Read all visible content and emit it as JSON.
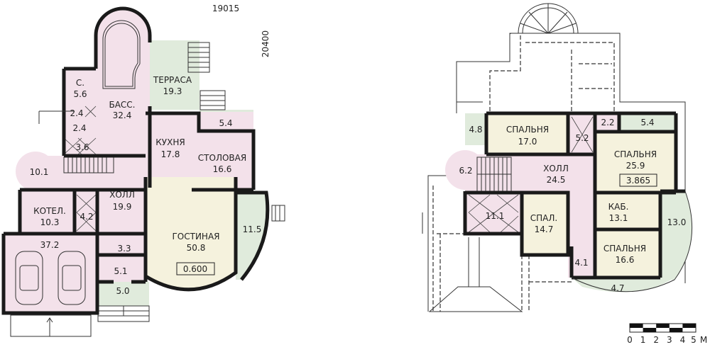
{
  "dimensions": {
    "width_mm": "19015",
    "depth_mm": "20400"
  },
  "colors": {
    "living": "#f3e1ea",
    "terrace": "#e0ebdc",
    "bedroom": "#f5f2dd",
    "wall": "#1a1a1a"
  },
  "ground_floor": {
    "level": "0.600",
    "rooms": [
      {
        "name": "БАСС.",
        "area": "32.4"
      },
      {
        "name": "С.",
        "area": "5.6"
      },
      {
        "name": "",
        "area": "2.4"
      },
      {
        "name": "",
        "area": "2.4"
      },
      {
        "name": "",
        "area": "3.6"
      },
      {
        "name": "ТЕРРАСА",
        "area": "19.3"
      },
      {
        "name": "",
        "area": "5.4"
      },
      {
        "name": "КУХНЯ",
        "area": "17.8"
      },
      {
        "name": "СТОЛОВАЯ",
        "area": "16.6"
      },
      {
        "name": "",
        "area": "10.1"
      },
      {
        "name": "ХОЛЛ",
        "area": "19.9"
      },
      {
        "name": "КОТЕЛ.",
        "area": "10.3"
      },
      {
        "name": "",
        "area": "4.2"
      },
      {
        "name": "",
        "area": "37.2"
      },
      {
        "name": "",
        "area": "3.3"
      },
      {
        "name": "",
        "area": "5.1"
      },
      {
        "name": "",
        "area": "5.0"
      },
      {
        "name": "ГОСТИНАЯ",
        "area": "50.8"
      },
      {
        "name": "",
        "area": "11.5"
      }
    ]
  },
  "upper_floor": {
    "level": "3.865",
    "rooms": [
      {
        "name": "",
        "area": "4.8"
      },
      {
        "name": "СПАЛЬНЯ",
        "area": "17.0"
      },
      {
        "name": "",
        "area": "5.2"
      },
      {
        "name": "",
        "area": "2.2"
      },
      {
        "name": "",
        "area": "5.4"
      },
      {
        "name": "СПАЛЬНЯ",
        "area": "25.9"
      },
      {
        "name": "",
        "area": "6.2"
      },
      {
        "name": "ХОЛЛ",
        "area": "24.5"
      },
      {
        "name": "",
        "area": "11.1"
      },
      {
        "name": "СПАЛ.",
        "area": "14.7"
      },
      {
        "name": "",
        "area": "4.1"
      },
      {
        "name": "КАБ.",
        "area": "13.1"
      },
      {
        "name": "СПАЛЬНЯ",
        "area": "16.6"
      },
      {
        "name": "",
        "area": "13.0"
      },
      {
        "name": "",
        "area": "4.7"
      }
    ]
  },
  "scale_bar": {
    "ticks": [
      "0",
      "1",
      "2",
      "3",
      "4",
      "5"
    ],
    "unit": "М"
  }
}
